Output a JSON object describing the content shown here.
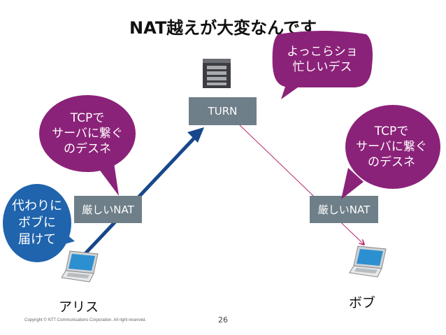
{
  "title": "NAT越えが大変なんです",
  "turn": {
    "label": "TURN"
  },
  "nat_left": {
    "label": "厳しいNAT"
  },
  "nat_right": {
    "label": "厳しいNAT"
  },
  "bubbles": {
    "turn_speech": "よっこらショ\n忙しいデス",
    "left_nat_speech": "TCPで\nサーバに繋ぐ\nのデスネ",
    "right_nat_speech": "TCPで\nサーバに繋ぐ\nのデスネ",
    "alice_speech": "代わりに\nボブに\n届けて"
  },
  "people": {
    "alice": "アリス",
    "bob": "ボブ"
  },
  "footer": {
    "copyright": "Copyright © NTT Communications Corporation. All right reserved.",
    "page_number": "26"
  },
  "colors": {
    "bubble_purple": "#8b2279",
    "bubble_blue": "#1f64ad",
    "arrow_blue": "#17478a",
    "line_magenta": "#b3256e",
    "nat_box": "#6f7f89"
  }
}
